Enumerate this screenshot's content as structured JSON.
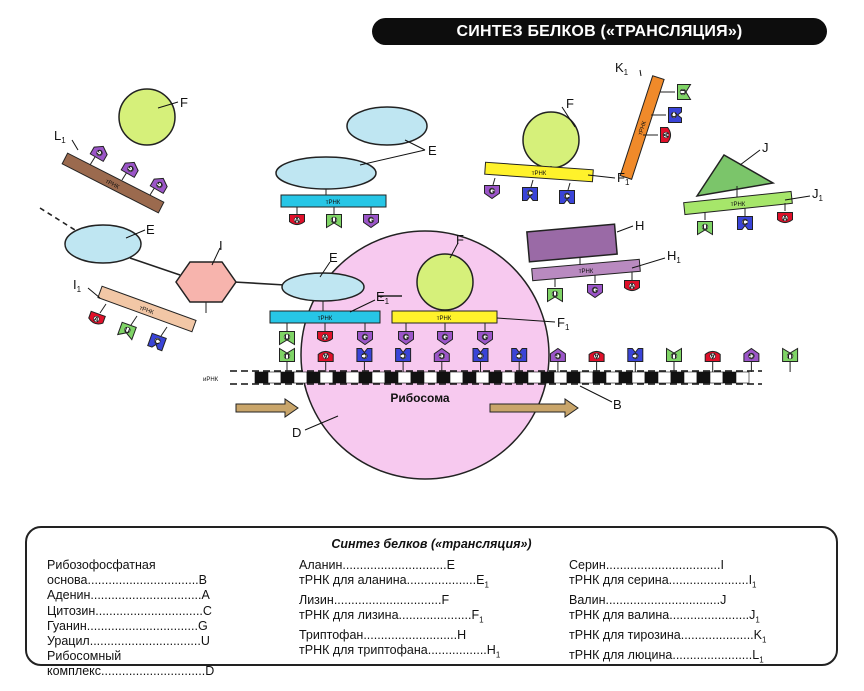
{
  "title": "СИНТЕЗ БЕЛКОВ («ТРАНСЛЯЦИЯ»)",
  "legend": {
    "title": "Синтез белков («трансляция»)",
    "columns": [
      [
        {
          "name": "Рибозофосфатная",
          "key": ""
        },
        {
          "name": "основа",
          "key": "B"
        },
        {
          "name": "Аденин",
          "key": "A"
        },
        {
          "name": "Цитозин",
          "key": "C"
        },
        {
          "name": "Гуанин",
          "key": "G"
        },
        {
          "name": "Урацил",
          "key": "U"
        },
        {
          "name": "Рибосомный",
          "key": ""
        },
        {
          "name": "комплекс",
          "key": "D"
        }
      ],
      [
        {
          "name": "Аланин",
          "key": "E"
        },
        {
          "name": "тРНК для аланина",
          "key": "E",
          "sub": "1"
        },
        {
          "name": "Лизин",
          "key": "F"
        },
        {
          "name": "тРНК для лизина",
          "key": "F",
          "sub": "1"
        },
        {
          "name": "Триптофан",
          "key": "H"
        },
        {
          "name": "тРНК для триптофана",
          "key": "H",
          "sub": "1"
        }
      ],
      [
        {
          "name": "Серин",
          "key": "I"
        },
        {
          "name": "тРНК для серина",
          "key": "I",
          "sub": "1"
        },
        {
          "name": "Валин",
          "key": "J"
        },
        {
          "name": "тРНК для валина",
          "key": "J",
          "sub": "1"
        },
        {
          "name": "тРНК для тирозина",
          "key": "K",
          "sub": "1"
        },
        {
          "name": "тРНК для люцина",
          "key": "L",
          "sub": "1"
        }
      ]
    ]
  },
  "diagram": {
    "trna_label": "тРНК",
    "mrna_label": "иРНК",
    "ribosome_label": "Рибосома",
    "bases": {
      "A": "A",
      "U": "U",
      "G": "G",
      "C": "C"
    },
    "colors": {
      "ribosome": "#f7c9ef",
      "alanine": "#bfe6f2",
      "lysine": "#d6f07a",
      "serine": "#f7b4ad",
      "tryptophan": "#9a6aa6",
      "valine": "#7bc56a",
      "trna_alanine": "#27c6e6",
      "trna_lysine": "#fff22b",
      "trna_serine": "#f2c7a6",
      "trna_leucine": "#9b6a4e",
      "trna_tryptophan": "#b98ac0",
      "trna_valine": "#a6e66a",
      "trna_tyrosine": "#f08a2a",
      "base_A": "#e0102a",
      "base_U": "#7fd466",
      "base_G": "#9b55c8",
      "base_C": "#3a44d8",
      "arrow": "#c9a56a"
    },
    "labels": {
      "F": "F",
      "L": "L",
      "E": "E",
      "K": "K",
      "J": "J",
      "I": "I",
      "H": "H",
      "B": "B",
      "D": "D",
      "sub": "1"
    },
    "mrna_codons": [
      "U",
      "A",
      "C",
      "C",
      "G",
      "C",
      "C",
      "G",
      "A",
      "C",
      "U",
      "A",
      "G",
      "U"
    ],
    "anticodons": [
      "U",
      "A",
      "G",
      "G",
      "G",
      "G"
    ]
  }
}
